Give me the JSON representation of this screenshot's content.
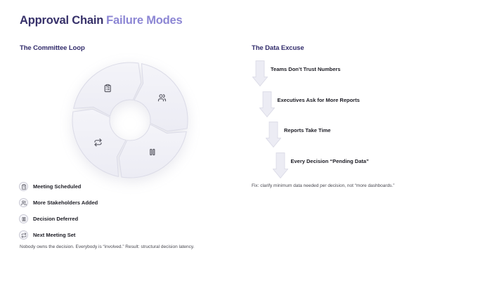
{
  "title": {
    "primary": "Approval Chain",
    "secondary": "Failure Modes"
  },
  "colors": {
    "title-primary": "#37316A",
    "title-secondary": "#8C86D4",
    "heading": "#322C6B",
    "label": "#1C1C24",
    "note": "#4A4A52",
    "shape-fill": "#ECECF4",
    "shape-fill-light": "#F4F4F9",
    "shape-stroke": "#DBDBE7",
    "icon": "#5E5E68"
  },
  "committee": {
    "heading": "The Committee Loop",
    "steps": [
      {
        "label": "Meeting Scheduled",
        "icon": "clipboard-list-icon"
      },
      {
        "label": "More Stakeholders Added",
        "icon": "users-icon"
      },
      {
        "label": "Decision Deferred",
        "icon": "pause-icon"
      },
      {
        "label": "Next Meeting Set",
        "icon": "repeat-icon"
      }
    ],
    "note": "Nobody owns the decision. Everybody is “involved.” Result: structural decision latency."
  },
  "data_excuse": {
    "heading": "The Data Excuse",
    "arrow_icon": "down-arrow-icon",
    "steps": [
      "Teams Don’t Trust Numbers",
      "Executives Ask for More Reports",
      "Reports Take Time",
      "Every Decision “Pending Data”"
    ],
    "note": "Fix: clarify minimum data needed per decision, not “more dashboards.”"
  }
}
